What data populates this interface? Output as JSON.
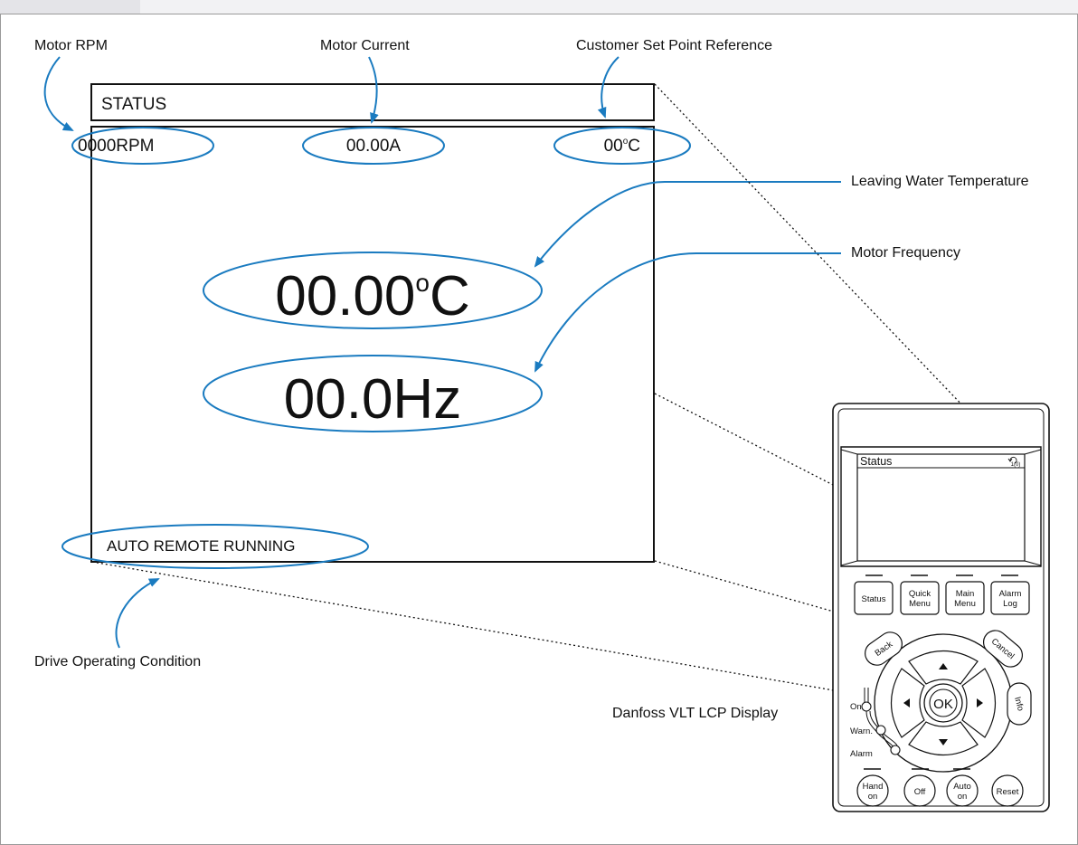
{
  "colors": {
    "callout": "#1a7bc0",
    "ink": "#111111",
    "frame": "#9a9a9a"
  },
  "callouts": {
    "motor_rpm": "Motor RPM",
    "motor_current": "Motor Current",
    "set_point": "Customer Set Point Reference",
    "leaving_water_temp": "Leaving Water Temperature",
    "motor_frequency": "Motor Frequency",
    "drive_condition": "Drive Operating Condition",
    "lcp_display": "Danfoss VLT LCP Display"
  },
  "screen": {
    "title": "STATUS",
    "rpm": "0000RPM",
    "current": "00.00A",
    "setpoint": "00",
    "setpoint_unit": "C",
    "temperature": "00.00",
    "temperature_unit": "C",
    "frequency": "00.0Hz",
    "operating_condition": "AUTO REMOTE RUNNING"
  },
  "keypad": {
    "screen_title": "Status",
    "screen_icon": "return-icon",
    "screen_icon_text": "1(0)",
    "menu_keys": [
      {
        "line1": "Status",
        "line2": ""
      },
      {
        "line1": "Quick",
        "line2": "Menu"
      },
      {
        "line1": "Main",
        "line2": "Menu"
      },
      {
        "line1": "Alarm",
        "line2": "Log"
      }
    ],
    "back": "Back",
    "cancel": "Cancel",
    "info": "Info",
    "ok": "OK",
    "indicators": [
      "On",
      "Warn.",
      "Alarm"
    ],
    "bottom_keys": [
      {
        "line1": "Hand",
        "line2": "on"
      },
      {
        "line1": "Off",
        "line2": ""
      },
      {
        "line1": "Auto",
        "line2": "on"
      },
      {
        "line1": "Reset",
        "line2": ""
      }
    ]
  }
}
